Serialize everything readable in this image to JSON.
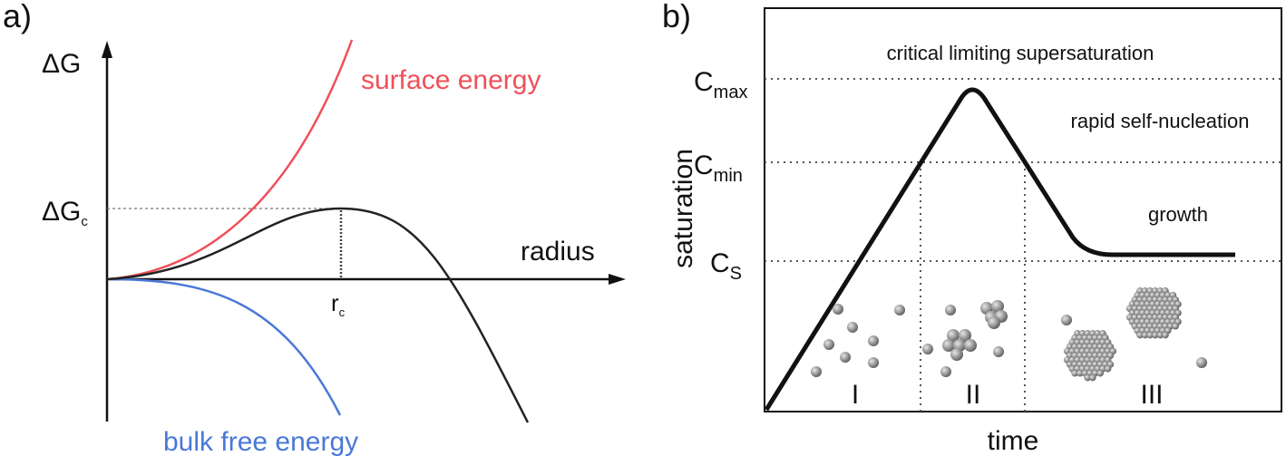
{
  "panel_a": {
    "label": "a)",
    "y_axis_label": "ΔG",
    "x_axis_label": "radius",
    "critical_energy_label": "ΔG",
    "critical_energy_sub": "c",
    "critical_radius_label": "r",
    "critical_radius_sub": "c",
    "surface_curve_label": "surface energy",
    "bulk_curve_label": "bulk free energy",
    "colors": {
      "surface": "#f0505a",
      "bulk": "#4a78d8",
      "total": "#222222",
      "axis": "#111111"
    }
  },
  "panel_b": {
    "label": "b)",
    "y_axis_label": "saturation",
    "x_axis_label": "time",
    "levels": [
      {
        "name": "C",
        "sub": "max"
      },
      {
        "name": "C",
        "sub": "min"
      },
      {
        "name": "C",
        "sub": "S"
      }
    ],
    "region_annotations": {
      "top": "critical limiting supersaturation",
      "middle": "rapid self-nucleation",
      "lower": "growth"
    },
    "stages": [
      "I",
      "II",
      "III"
    ],
    "colors": {
      "curve": "#111111",
      "frame": "#111111",
      "particle": "#8a8a8a"
    }
  }
}
